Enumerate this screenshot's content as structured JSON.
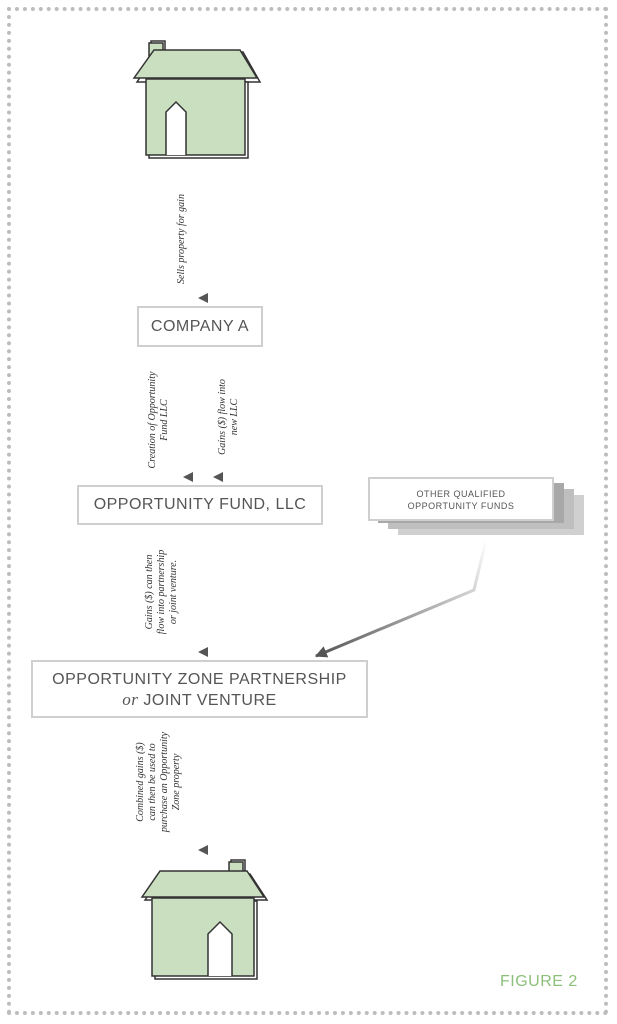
{
  "nodes": {
    "company_a": "COMPANY A",
    "opportunity_fund": "OPPORTUNITY FUND, LLC",
    "ozp_line1": "OPPORTUNITY ZONE PARTNERSHIP",
    "ozp_or": "or",
    "ozp_line2": "JOINT VENTURE",
    "other_funds_line1": "OTHER QUALIFIED",
    "other_funds_line2": "OPPORTUNITY FUNDS"
  },
  "edge_labels": {
    "sells": "Sells property for gain",
    "creation": "Creation of Opportunity\nFund LLC",
    "gains_flow": "Gains ($) flow into\nnew LLC",
    "gains_partnership": "Gains ($) can then\nflow into partnership\nor joint venture.",
    "combined": "Combined gains ($)\ncan then be used to\npurchase an Opportunity\nZone property"
  },
  "figure_label": "FIGURE 2",
  "colors": {
    "house_fill": "#c9dfc0",
    "outline": "#3a3a3a",
    "arrow": "#555555",
    "figure_label": "#8cbf7a",
    "box_border": "#cfcfcf"
  }
}
